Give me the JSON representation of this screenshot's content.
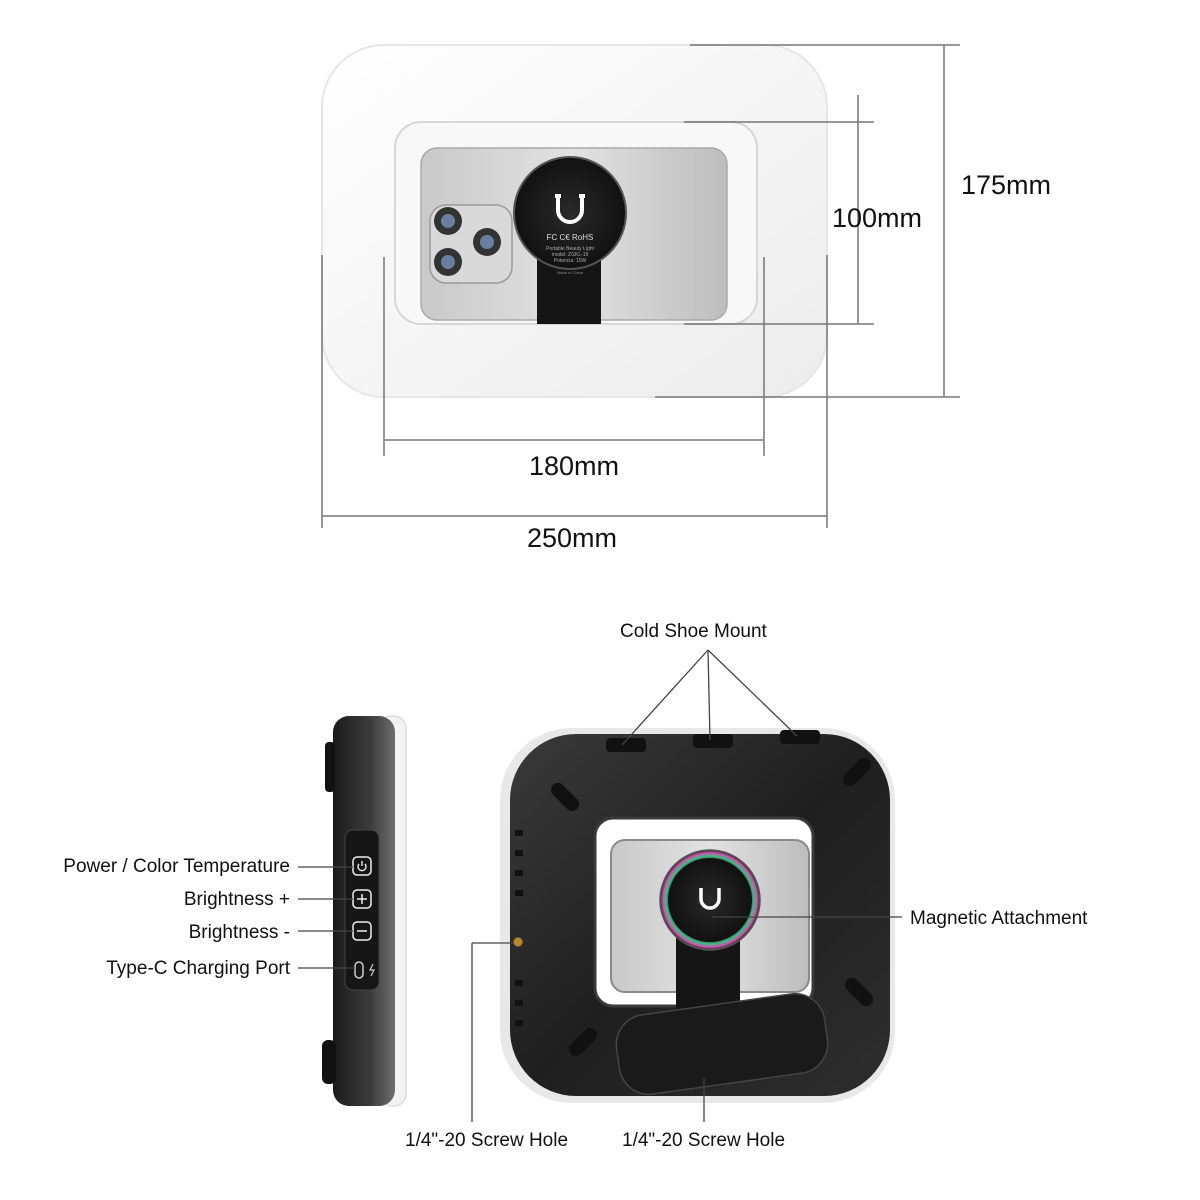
{
  "dimensions": {
    "width_outer": "250mm",
    "width_inner": "180mm",
    "height_outer": "175mm",
    "height_inner": "100mm"
  },
  "device_label": {
    "fc_line": "FC C€ RoHS",
    "line1": "Portable Beauty Light",
    "line2": "model: ZGKL-19",
    "line3": "Potencia: 15W",
    "made": "Made in China"
  },
  "callouts": {
    "cold_shoe": "Cold Shoe Mount",
    "power": "Power / Color Temperature",
    "brightness_up": "Brightness +",
    "brightness_down": "Brightness -",
    "type_c": "Type-C Charging Port",
    "magnetic": "Magnetic Attachment",
    "screw_side": "1/4\"-20 Screw Hole",
    "screw_bottom": "1/4\"-20 Screw Hole"
  },
  "colors": {
    "dimension_line": "#777777",
    "frame_dark": "#2b2b2b",
    "light_panel": "#f4f4f4"
  }
}
